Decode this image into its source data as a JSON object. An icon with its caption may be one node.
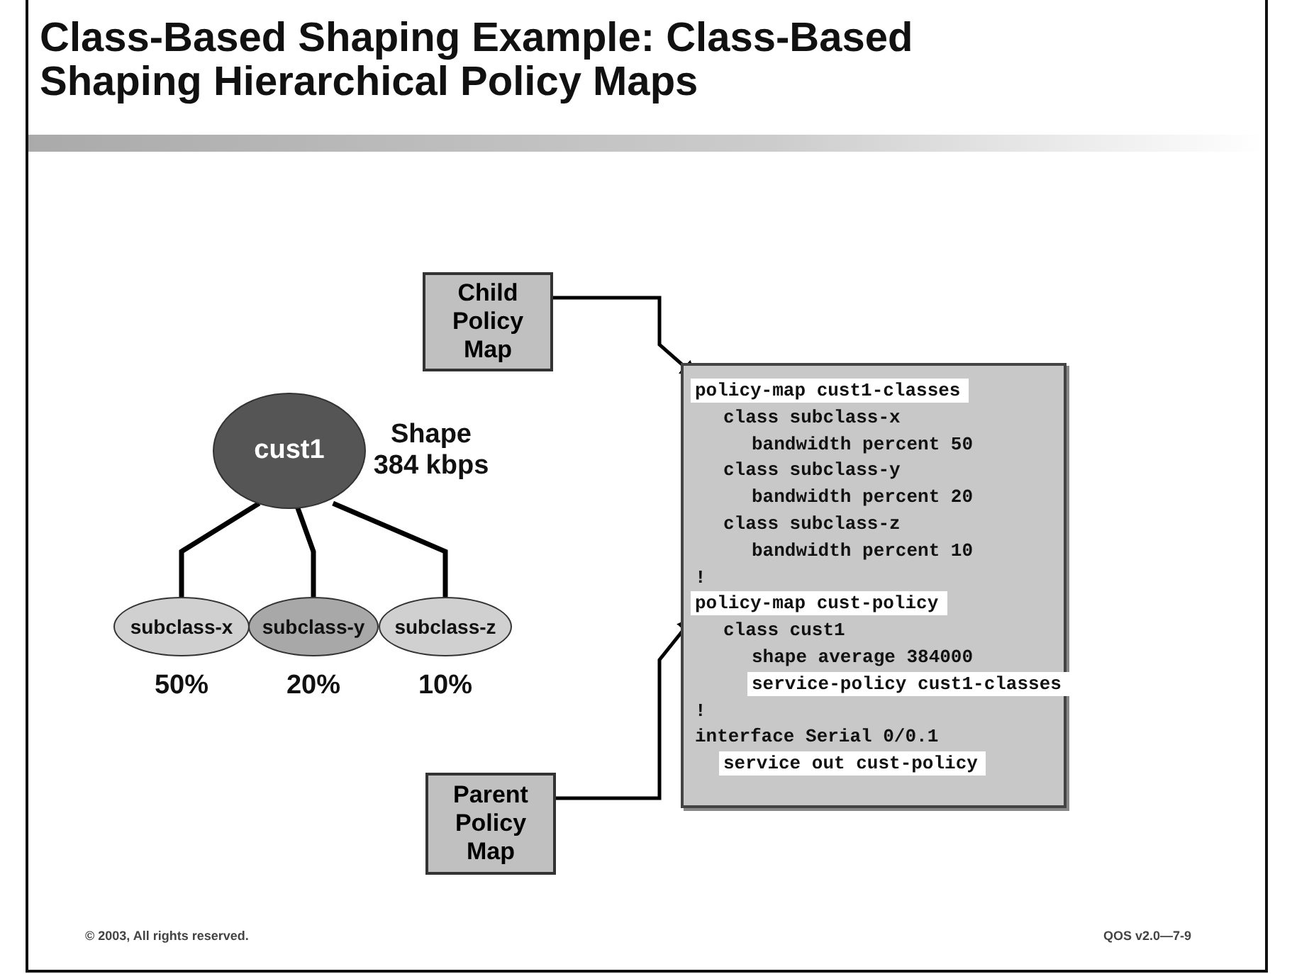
{
  "diagram": {
    "title": "Class-Based Shaping Example: Class-Based Shaping Hierarchical Policy Maps",
    "nodes": [
      {
        "text": [
          "cust1"
        ],
        "beside": [
          "Shape 384 kbps"
        ]
      },
      {
        "text": [
          "subclass-x"
        ],
        "beside": [
          "50%"
        ]
      },
      {
        "text": [
          "subclass-y"
        ],
        "beside": [
          "20%"
        ]
      },
      {
        "text": [
          "subclass-z"
        ],
        "beside": [
          "10%"
        ]
      },
      {
        "text": [
          "Child Policy Map"
        ]
      },
      {
        "text": [
          "Parent Policy Map"
        ]
      },
      {
        "text": [
          "class subclass-x",
          "bandwidth percent 50",
          "class subclass-y",
          "bandwidth percent 20",
          "class subclass-z",
          "bandwidth percent 10",
          "!",
          "class cust1",
          "shape average 384000",
          "!",
          "interface Serial 0/0.1"
        ]
      },
      {
        "text": [
          "policy-map cust1-classes"
        ],
        "in": 6
      },
      {
        "text": [
          "policy-map cust-policy"
        ],
        "in": 6
      },
      {
        "text": [
          "service-policy cust1-classes"
        ],
        "in": 6
      },
      {
        "text": [
          "service out cust-policy"
        ],
        "in": 6
      }
    ],
    "edges": [
      {
        "from": 0,
        "to": 1,
        "arrow": "none"
      },
      {
        "from": 0,
        "to": 2,
        "arrow": "none"
      },
      {
        "from": 0,
        "to": 3,
        "arrow": "none"
      },
      {
        "from": 4,
        "to": 7,
        "arrow": "to"
      },
      {
        "from": 5,
        "to": 8,
        "arrow": "to"
      }
    ],
    "labels": [
      "© 2003, All rights reserved.",
      "QOS v2.0—7-9"
    ]
  }
}
